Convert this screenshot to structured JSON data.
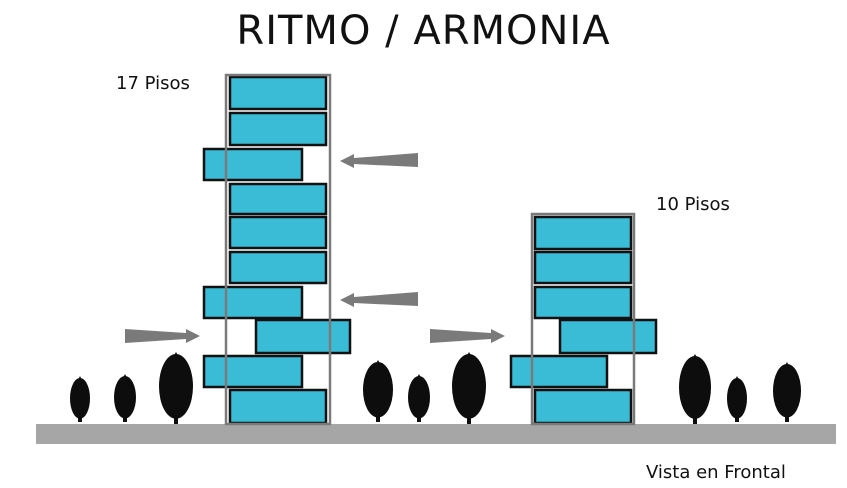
{
  "title": "RITMO / ARMONIA",
  "tower_1": {
    "label": "17 Pisos"
  },
  "tower_2": {
    "label": "10 Pisos"
  },
  "caption": "Vista en Frontal",
  "colors": {
    "floor_fill": "#3bbcd6",
    "floor_stroke": "#111111",
    "frame_stroke": "#7a7a7a",
    "arrow": "#7a7a7a",
    "ground": "#a6a6a6",
    "tree": "#0d0d0d"
  }
}
